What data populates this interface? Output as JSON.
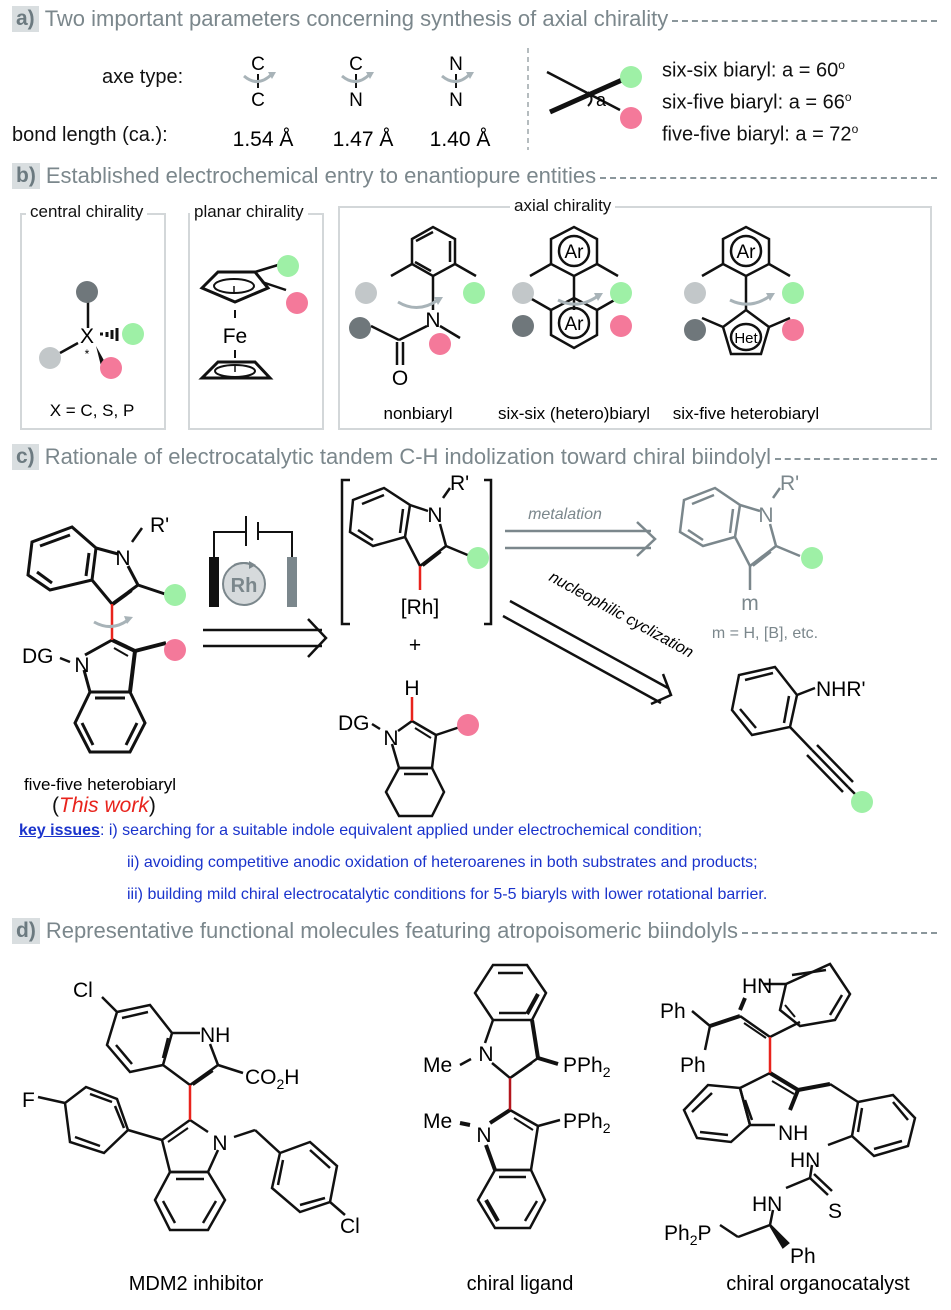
{
  "colors": {
    "green_dot": "#9ef0a6",
    "pink_dot": "#f4799a",
    "dark_grey_dot": "#6f777b",
    "light_grey_dot": "#c2c7c9",
    "header_text": "#7b878c",
    "key_issue_blue": "#1a33cc",
    "highlight_red": "#e8231c"
  },
  "section_a": {
    "tag": "a)",
    "title": "Two important parameters concerning synthesis of axial chirality",
    "axe_type_label": "axe type:",
    "bond_length_label": "bond length (ca.):",
    "axes": [
      {
        "top": "C",
        "bottom": "C",
        "length": "1.54 Å"
      },
      {
        "top": "C",
        "bottom": "N",
        "length": "1.47 Å"
      },
      {
        "top": "N",
        "bottom": "N",
        "length": "1.40 Å"
      }
    ],
    "angle_symbol": "a",
    "angles": [
      {
        "type": "six-six biaryl",
        "value": "a = 60",
        "unit": "o"
      },
      {
        "type": "six-five biaryl",
        "value": "a = 66",
        "unit": "o"
      },
      {
        "type": "five-five biaryl",
        "value": "a = 72",
        "unit": "o"
      }
    ]
  },
  "section_b": {
    "tag": "b)",
    "title": "Established electrochemical entry to enantiopure entities",
    "central": {
      "title": "central chirality",
      "atom": "X",
      "star": "*",
      "caption": "X = C, S, P"
    },
    "planar": {
      "title": "planar chirality",
      "metal": "Fe"
    },
    "axial": {
      "title": "axial chirality",
      "items": [
        {
          "caption": "nonbiaryl",
          "atom_n": "N",
          "atom_o": "O"
        },
        {
          "caption": "six-six (hetero)biaryl",
          "ring_top": "Ar",
          "ring_bottom": "Ar"
        },
        {
          "caption": "six-five heterobiaryl",
          "ring_top": "Ar",
          "ring_bottom": "Het"
        }
      ]
    }
  },
  "section_c": {
    "tag": "c)",
    "title": "Rationale of electrocatalytic tandem C-H indolization toward chiral biindolyl",
    "product": {
      "r_label": "R'",
      "n_label": "N",
      "dg_label": "DG",
      "caption": "five-five heterobiaryl",
      "this_work_open": "(",
      "this_work": "This work",
      "this_work_close": ")"
    },
    "catalyst": "Rh",
    "intermediate": {
      "r_label": "R'",
      "n_label": "N",
      "metal_label": "[Rh]",
      "plus": "+",
      "h_label": "H",
      "dg_label": "DG"
    },
    "metalation_label": "metalation",
    "cyclization_label": "nucleophilic cyclization",
    "metalation_product": {
      "r_label": "R'",
      "n_label": "N",
      "m_label": "m",
      "caption": "m = H, [B], etc."
    },
    "cyclization_product": {
      "label": "NHR'"
    },
    "key_issues": {
      "heading": "key issues",
      "items": [
        "i) searching for a suitable indole equivalent applied under electrochemical condition;",
        "ii) avoiding competitive anodic oxidation of heteroarenes in both substrates and products;",
        "iii) building mild chiral electrocatalytic conditions for 5-5 biaryls with lower rotational barrier."
      ]
    }
  },
  "section_d": {
    "tag": "d)",
    "title": "Representative functional molecules featuring atropoisomeric biindolyls",
    "molecules": [
      {
        "caption": "MDM2 inhibitor",
        "labels": {
          "cl_top": "Cl",
          "nh": "NH",
          "co2h": "CO",
          "co2h_sub": "2",
          "co2h_end": "H",
          "f": "F",
          "n": "N",
          "cl_bottom": "Cl"
        }
      },
      {
        "caption": "chiral ligand",
        "labels": {
          "me1": "Me",
          "n1": "N",
          "pph1": "PPh",
          "pph1_sub": "2",
          "me2": "Me",
          "n2": "N",
          "pph2": "PPh",
          "pph2_sub": "2"
        }
      },
      {
        "caption": "chiral organocatalyst",
        "labels": {
          "hn_top": "HN",
          "ph1": "Ph",
          "ph2": "Ph",
          "nh": "NH",
          "hn2": "HN",
          "hn3": "HN",
          "s": "S",
          "ph2p": "Ph",
          "ph2p_sub": "2",
          "ph2p_end": "P",
          "ph3": "Ph"
        }
      }
    ]
  }
}
